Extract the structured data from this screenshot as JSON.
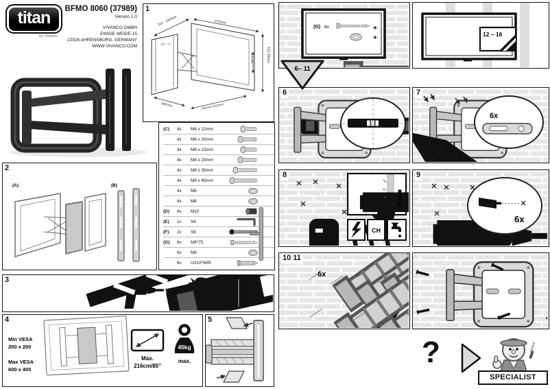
{
  "header": {
    "logo_text": "titan",
    "logo_subtext": "by Vivanco",
    "product_title": "BFMO 8060 (37989)",
    "version": "Version 1.0",
    "address_lines": [
      "VIVANCO GMBH",
      "EWIGE WEIDE 15",
      "22926 AHRENSBURG, GERMANY",
      "WWW.VIVANCO.COM"
    ]
  },
  "panel1": {
    "number": "1",
    "dim_depth_range": "202 - 635mm",
    "dim_width": "670mm",
    "dim_height": "412.50mm",
    "dim_inner_height": "137.50",
    "dim_vesa_width": "600mm",
    "dim_extension": "95mm-412mm",
    "tilt_range": "-10°- -2°"
  },
  "panel2": {
    "number": "2",
    "label_a": "(A)",
    "label_b": "(B)"
  },
  "panel3": {
    "number": "3",
    "tools": [
      "drill",
      "drill-bit",
      "hammer",
      "screwdriver",
      "spirit-level",
      "stud-detector",
      "pencil"
    ],
    "people_required": "2"
  },
  "panel4": {
    "number": "4",
    "min_vesa_label": "Min VESA",
    "min_vesa_value": "200 x 200",
    "max_vesa_label": "Max VESA",
    "max_vesa_value": "600 x 400",
    "screen_max_label": "Max.",
    "screen_max_value": "216cm/85\"",
    "weight_value": "45kg",
    "weight_max_label": "max."
  },
  "panel5": {
    "number": "5"
  },
  "parts_list": {
    "rows": [
      {
        "group": "(C)",
        "qty": "4x",
        "spec": "M6 x 12mm",
        "icon": "screw",
        "len": 12
      },
      {
        "group": "",
        "qty": "4x",
        "spec": "M6 x 20mm",
        "icon": "screw",
        "len": 20
      },
      {
        "group": "",
        "qty": "4x",
        "spec": "M8 x 12mm",
        "icon": "screw",
        "len": 12
      },
      {
        "group": "",
        "qty": "4x",
        "spec": "M8 x 20mm",
        "icon": "screw",
        "len": 20
      },
      {
        "group": "",
        "qty": "4x",
        "spec": "M8 x 35mm",
        "icon": "screw",
        "len": 35
      },
      {
        "group": "",
        "qty": "4x",
        "spec": "M8 x 45mm",
        "icon": "screw",
        "len": 45
      },
      {
        "group": "",
        "qty": "4x",
        "spec": "M6",
        "icon": "washer"
      },
      {
        "group": "",
        "qty": "4x",
        "spec": "M8",
        "icon": "washer"
      },
      {
        "group": "(D)",
        "qty": "8x",
        "spec": "M10",
        "icon": "spacer"
      },
      {
        "group": "(E)",
        "qty": "1x",
        "spec": "S4",
        "icon": "allen-key"
      },
      {
        "group": "(F)",
        "qty": "1x",
        "spec": "S8",
        "icon": "t-tool"
      },
      {
        "group": "(G)",
        "qty": "6x",
        "spec": "M8*75",
        "icon": "lag-screw"
      },
      {
        "group": "",
        "qty": "6x",
        "spec": "M8",
        "icon": "washer"
      },
      {
        "group": "",
        "qty": "6x",
        "spec": "UX10*60R",
        "icon": "wall-anchor"
      }
    ]
  },
  "wall_overview": {
    "hardware_group": "(G)",
    "hardware_qty": "6x",
    "plus_sign": "+",
    "steps_range": "6– 11"
  },
  "stud_overview": {
    "pages_range": "12 – 16"
  },
  "panel6": {
    "number": "6"
  },
  "panel7": {
    "number": "7",
    "callout_qty": "6x"
  },
  "panel8": {
    "number": "8",
    "gas_label": "CH",
    "warning_mark": "!"
  },
  "panel9": {
    "number": "9",
    "callout_qty": "6x"
  },
  "panel10": {
    "number": "10 11",
    "callout_qty": "6x"
  },
  "help": {
    "question_mark": "?",
    "specialist_label": "SPECIALIST"
  },
  "colors": {
    "panel_border": "#151515",
    "brick_fill": "#e6e6e6",
    "ink": "#111111",
    "metal_light": "#d8d8d8"
  }
}
